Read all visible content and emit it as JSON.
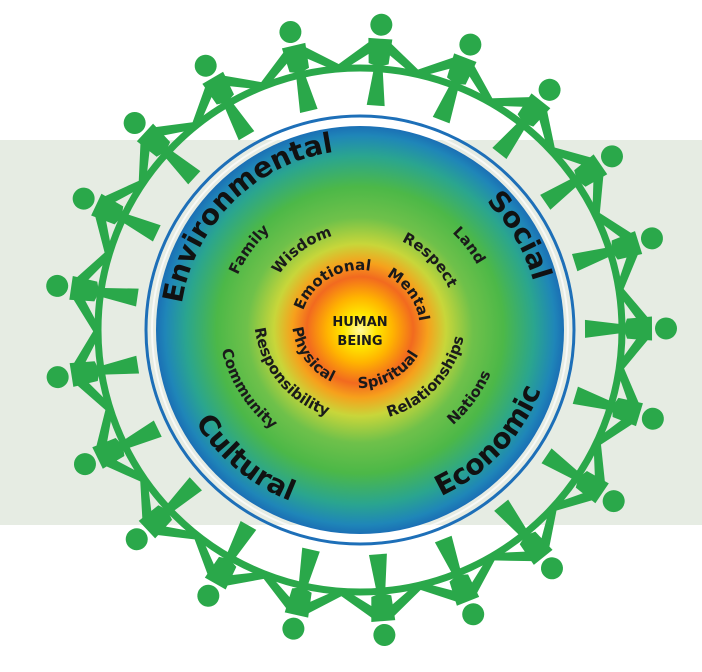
{
  "center": {
    "line1": "HUMAN",
    "line2": "BEING"
  },
  "ring1": {
    "emotional": "Emotional",
    "mental": "Mental",
    "physical": "Physical",
    "spiritual": "Spiritual"
  },
  "ring2": {
    "wisdom": "Wisdom",
    "respect": "Respect",
    "responsibility": "Responsibility",
    "relationships": "Relationships"
  },
  "ring3": {
    "family": "Family",
    "land": "Land",
    "community": "Community",
    "nations": "Nations"
  },
  "outer": {
    "environmental": "Environmental",
    "social": "Social",
    "cultural": "Cultural",
    "economic": "Economic"
  },
  "colors": {
    "people": "#2aa84a",
    "band": "#e6ece3",
    "outer_blue": "#1d6fb8",
    "green": "#4cb848",
    "orange": "#f27a1e",
    "red": "#e8392a",
    "yellow": "#fff200",
    "text": "#1a1a1a"
  },
  "figure_count": 21
}
